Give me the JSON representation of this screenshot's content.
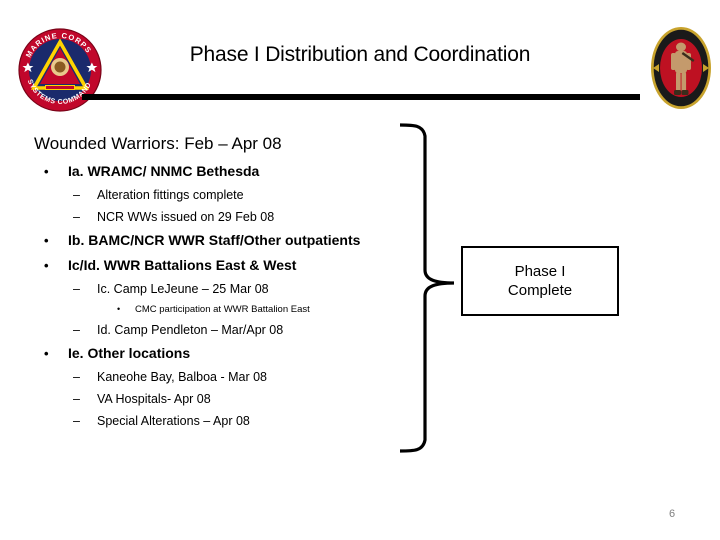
{
  "slide": {
    "title": "Phase I Distribution and Coordination",
    "page_number": "6",
    "accent_rule_color": "#000000"
  },
  "logos": {
    "left": {
      "name": "marine-corps-systems-command-seal",
      "top_text": "MARINE CORPS",
      "bottom_text": "SYSTEMS COMMAND",
      "ring_color": "#C1072B",
      "triangle_color": "#FFD400",
      "inner_color": "#1A2A6C"
    },
    "right": {
      "name": "marine-expeditionary-seal",
      "ring_color": "#1A1A1A",
      "border_color": "#C8A32D",
      "center_color": "#BE1122",
      "figure_color": "#C49A6C"
    }
  },
  "content": {
    "lead": "Wounded Warriors: Feb – Apr 08",
    "bullets": [
      {
        "level": 1,
        "marker": "•",
        "text": "Ia. WRAMC/ NNMC Bethesda"
      },
      {
        "level": 2,
        "marker": "–",
        "text": "Alteration fittings complete"
      },
      {
        "level": 2,
        "marker": "–",
        "text": "NCR WWs issued on 29 Feb 08"
      },
      {
        "level": 1,
        "marker": "•",
        "text": "Ib. BAMC/NCR WWR Staff/Other outpatients"
      },
      {
        "level": 1,
        "marker": "•",
        "text": "Ic/Id. WWR Battalions East & West"
      },
      {
        "level": 2,
        "marker": "–",
        "text": "Ic. Camp LeJeune – 25 Mar 08"
      },
      {
        "level": 3,
        "marker": "•",
        "text": "CMC participation at WWR Battalion East"
      },
      {
        "level": 2,
        "marker": "–",
        "text": "Id. Camp Pendleton – Mar/Apr 08"
      },
      {
        "level": 1,
        "marker": "•",
        "text": "Ie. Other locations"
      },
      {
        "level": 2,
        "marker": "–",
        "text": "Kaneohe Bay, Balboa - Mar 08"
      },
      {
        "level": 2,
        "marker": "–",
        "text": "VA Hospitals- Apr 08"
      },
      {
        "level": 2,
        "marker": "–",
        "text": "Special Alterations – Apr 08"
      }
    ]
  },
  "callout": {
    "line1": "Phase I",
    "line2": "Complete",
    "border_color": "#000000"
  }
}
